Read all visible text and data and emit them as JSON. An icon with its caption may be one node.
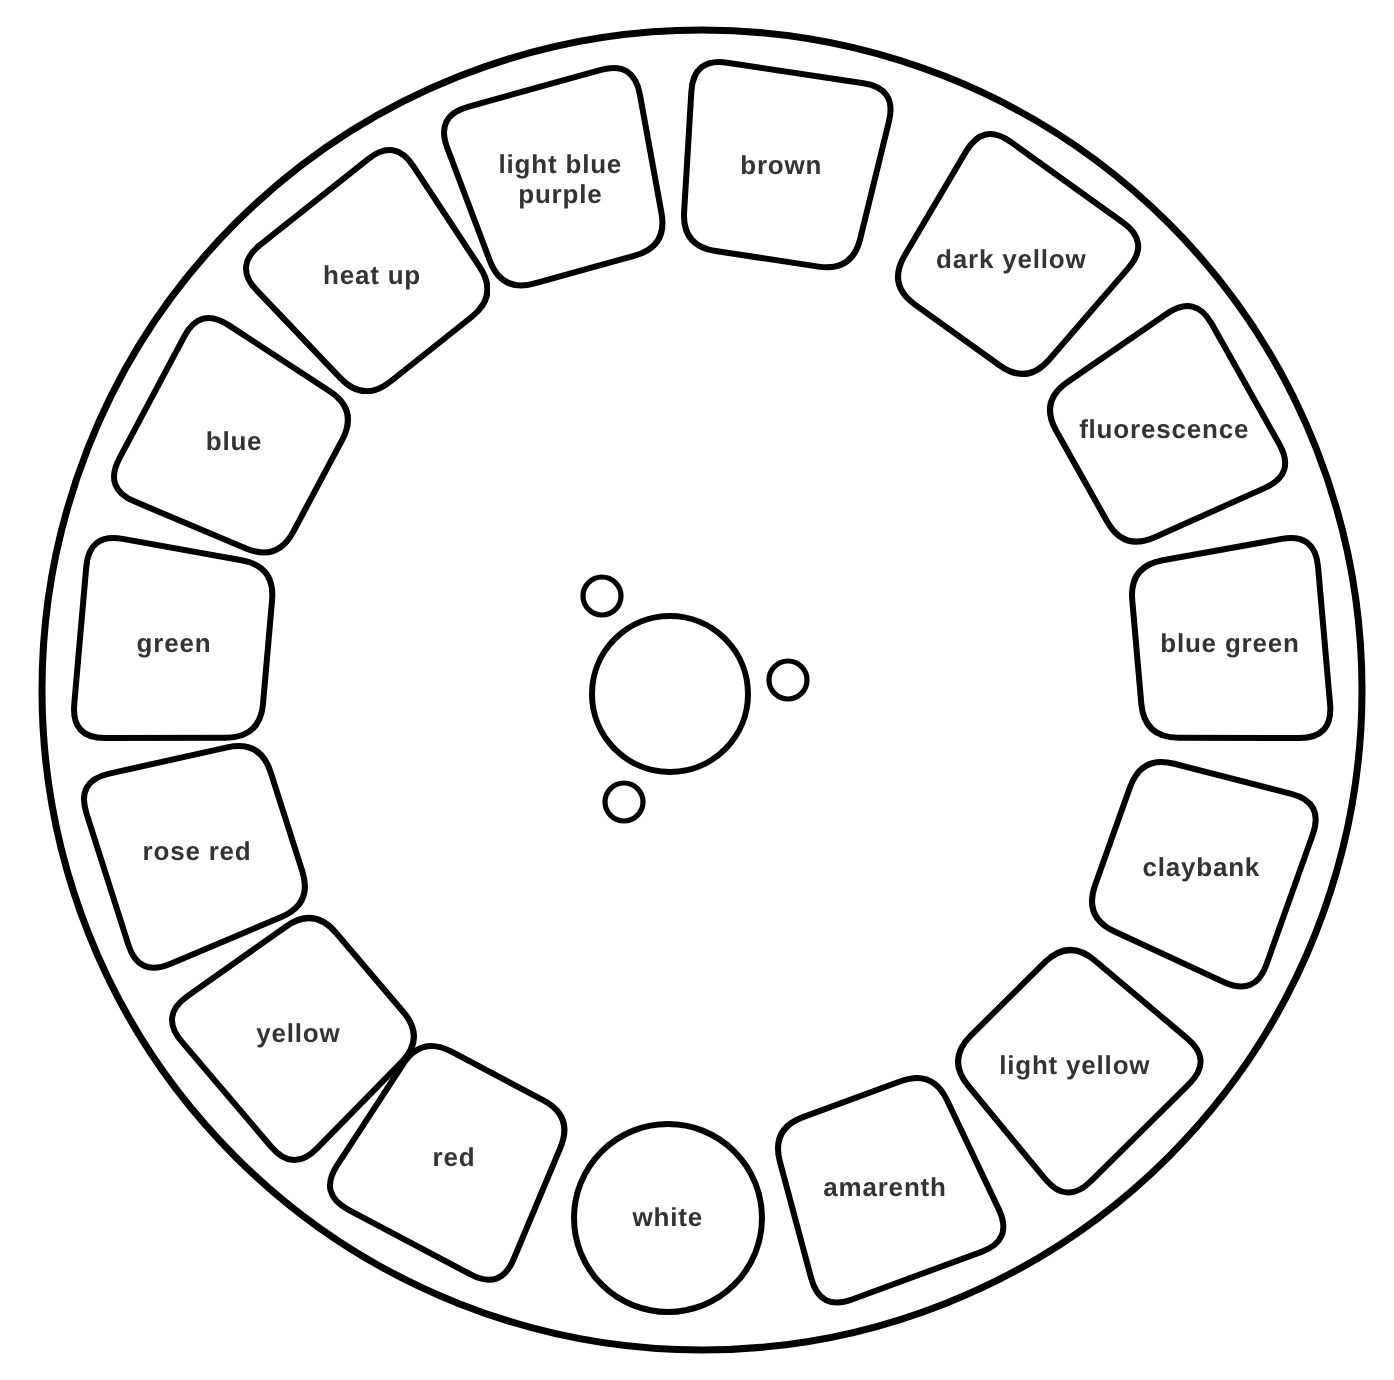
{
  "diagram": {
    "nodes": [
      {
        "text": [
          "light blue purple"
        ]
      },
      {
        "text": [
          "brown"
        ]
      },
      {
        "text": [
          "heat up"
        ]
      },
      {
        "text": [
          "dark yellow"
        ]
      },
      {
        "text": [
          "blue"
        ]
      },
      {
        "text": [
          "fluorescence"
        ]
      },
      {
        "text": [
          "green"
        ]
      },
      {
        "text": [
          "blue green"
        ]
      },
      {
        "text": [
          "rose red"
        ]
      },
      {
        "text": [
          "claybank"
        ]
      },
      {
        "text": [
          "yellow"
        ]
      },
      {
        "text": [
          "light yellow"
        ]
      },
      {
        "text": [
          "red"
        ]
      },
      {
        "text": [
          "white"
        ]
      },
      {
        "text": [
          "amarenth"
        ]
      }
    ]
  }
}
